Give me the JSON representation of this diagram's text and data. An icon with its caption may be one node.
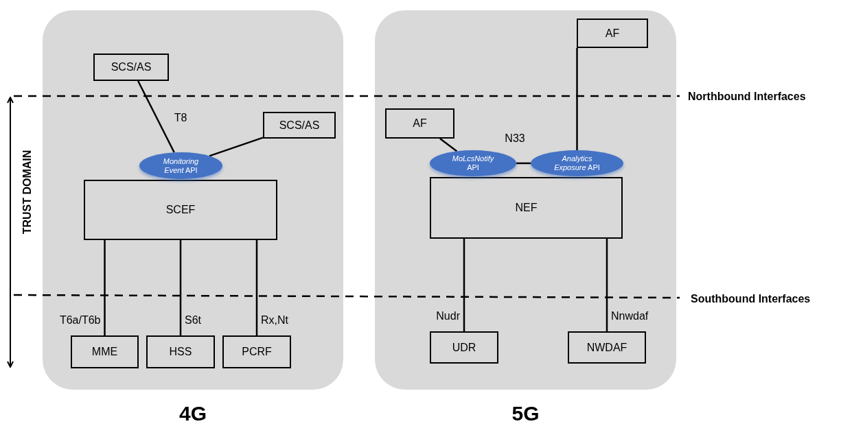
{
  "diagram": {
    "nodes": [
      {
        "text": [
          "4G"
        ]
      },
      {
        "text": [
          "5G"
        ]
      },
      {
        "text": [
          "SCS/AS"
        ],
        "in": 0
      },
      {
        "text": [
          "SCS/AS"
        ],
        "in": 0
      },
      {
        "text": [
          "SCEF"
        ],
        "in": 0
      },
      {
        "text": [
          "*Monitoring Event* API"
        ],
        "in": 0
      },
      {
        "text": [
          "MME"
        ],
        "in": 0
      },
      {
        "text": [
          "HSS"
        ],
        "in": 0
      },
      {
        "text": [
          "PCRF"
        ],
        "in": 0
      },
      {
        "text": [
          "AF"
        ],
        "in": 1
      },
      {
        "text": [
          "AF"
        ],
        "in": 1
      },
      {
        "text": [
          "NEF"
        ],
        "in": 1
      },
      {
        "text": [
          "*MoLcsNotify* API"
        ],
        "in": 1
      },
      {
        "text": [
          "*Analytics Exposure* API"
        ],
        "in": 1
      },
      {
        "text": [
          "UDR"
        ],
        "in": 1
      },
      {
        "text": [
          "NWDAF"
        ],
        "in": 1
      }
    ],
    "edges": [
      {
        "from": 2,
        "to": 5,
        "arrow": "none"
      },
      {
        "from": 3,
        "to": 5,
        "arrow": "none"
      },
      {
        "from": 4,
        "to": 6,
        "arrow": "none",
        "label": "T6a/T6b"
      },
      {
        "from": 4,
        "to": 7,
        "arrow": "none",
        "label": "S6t"
      },
      {
        "from": 4,
        "to": 8,
        "arrow": "none",
        "label": "Rx,Nt"
      },
      {
        "from": 10,
        "to": 12,
        "arrow": "none"
      },
      {
        "from": 9,
        "to": 13,
        "arrow": "none"
      },
      {
        "from": 12,
        "to": 13,
        "arrow": "none"
      },
      {
        "from": 11,
        "to": 14,
        "arrow": "none",
        "label": "Nudr"
      },
      {
        "from": 11,
        "to": 15,
        "arrow": "none",
        "label": "Nnwdaf"
      }
    ],
    "labels": [
      "Northbound Interfaces",
      "Southbound Interfaces",
      "TRUST DOMAIN",
      "T8",
      "N33"
    ]
  }
}
